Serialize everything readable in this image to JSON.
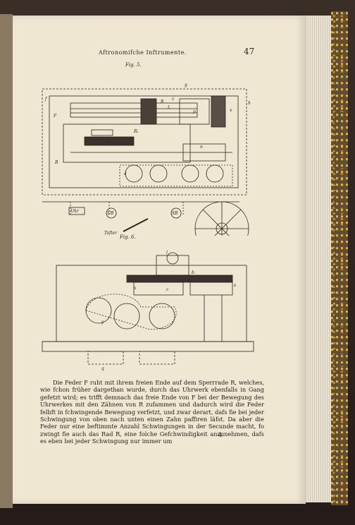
{
  "page": {
    "running_head": "Aftronomifche Inftrumente.",
    "number": "47",
    "signature": "4"
  },
  "figures": {
    "fig5": {
      "title": "Fig. 5.",
      "labels": {
        "g": "g",
        "h": "h",
        "f": "f",
        "F": "F",
        "R": "R",
        "L": "L",
        "c": "c",
        "p": "p",
        "v": "v",
        "R1": "R₁",
        "A": "A",
        "n": "n",
        "B": "B",
        "a": "a",
        "uhr": "Uhr",
        "ub": "UB",
        "sb": "SB",
        "taster": "Tafter"
      }
    },
    "fig6": {
      "title": "Fig. 6.",
      "labels": {
        "l": "l",
        "b": "b",
        "c": "c",
        "s": "s",
        "x": "x",
        "y": "y",
        "q": "q"
      }
    }
  },
  "body": {
    "paragraph": "Die Feder F ruht mit ihrem freien Ende auf dem Sperrrade R, welches, wie fchon früher dargethan wurde, durch das Uhrwerk ebenfalls in Gang gefetzt wird; es trifft demnach das freie Ende von F bei der Bewegung des Uhrwerkes mit den Zähnen von R zufammen und dadurch wird die Feder felbft in fchwingende Bewegung verfetzt, und zwar derart, dafs fie bei jeder Schwingung von oben nach unten einen Zahn paffiren läfst. Da aber die Feder nur eine beftimmte Anzahl Schwingungen in der Secunde macht, fo zwingt fie auch das Rad R, eine folche Gefchwindigkeit anzunehmen, dafs es eben bei jeder Schwingung nur immer um"
  }
}
